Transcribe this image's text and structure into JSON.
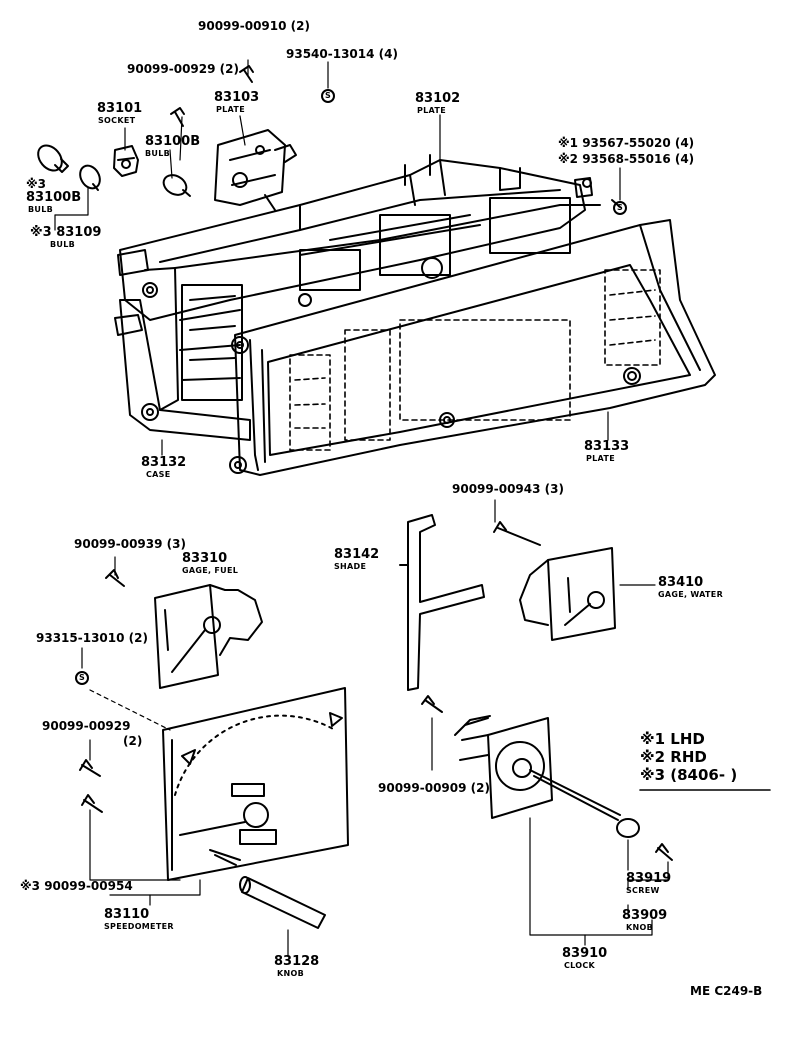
{
  "labels": {
    "p90099_00910": "90099-00910 (2)",
    "p93540_13014": "93540-13014 (4)",
    "p90099_00929_top": "90099-00929 (2)",
    "p83101": "83101",
    "p83101_sub": "SOCKET",
    "p83103": "83103",
    "p83103_sub": "PLATE",
    "p83102": "83102",
    "p83102_sub": "PLATE",
    "p83100b_a": "83100B",
    "p83100b_a_sub": "BULB",
    "p93567": "※1 93567-55020 (4)",
    "p93568": "※2 93568-55016 (4)",
    "p83100b_b_mark": "※3",
    "p83100b_b": "83100B",
    "p83100b_b_sub": "BULB",
    "p83109": "※3 83109",
    "p83109_sub": "BULB",
    "p83133": "83133",
    "p83133_sub": "PLATE",
    "p83132": "83132",
    "p83132_sub": "CASE",
    "p90099_00943": "90099-00943 (3)",
    "p90099_00939": "90099-00939 (3)",
    "p83310": "83310",
    "p83310_sub": "GAGE, FUEL",
    "p83142": "83142",
    "p83142_sub": "SHADE",
    "p83410": "83410",
    "p83410_sub": "GAGE, WATER",
    "p93315": "93315-13010 (2)",
    "p90099_00929_mid": "90099-00929",
    "p90099_00929_mid_qty": "(2)",
    "p90099_00909": "90099-00909 (2)",
    "p90099_00954": "※3 90099-00954",
    "p83110": "83110",
    "p83110_sub": "SPEEDOMETER",
    "p83128": "83128",
    "p83128_sub": "KNOB",
    "p83919": "83919",
    "p83919_sub": "SCREW",
    "p83909": "83909",
    "p83909_sub": "KNOB",
    "p83910": "83910",
    "p83910_sub": "CLOCK",
    "ref_code": "ME C249-B"
  },
  "legend": [
    {
      "mark": "※1",
      "text": "LHD"
    },
    {
      "mark": "※2",
      "text": "RHD"
    },
    {
      "mark": "※3",
      "text": "(8406-          )"
    }
  ],
  "stamp": "S",
  "colors": {
    "ink": "#000000",
    "paper": "#ffffff"
  }
}
